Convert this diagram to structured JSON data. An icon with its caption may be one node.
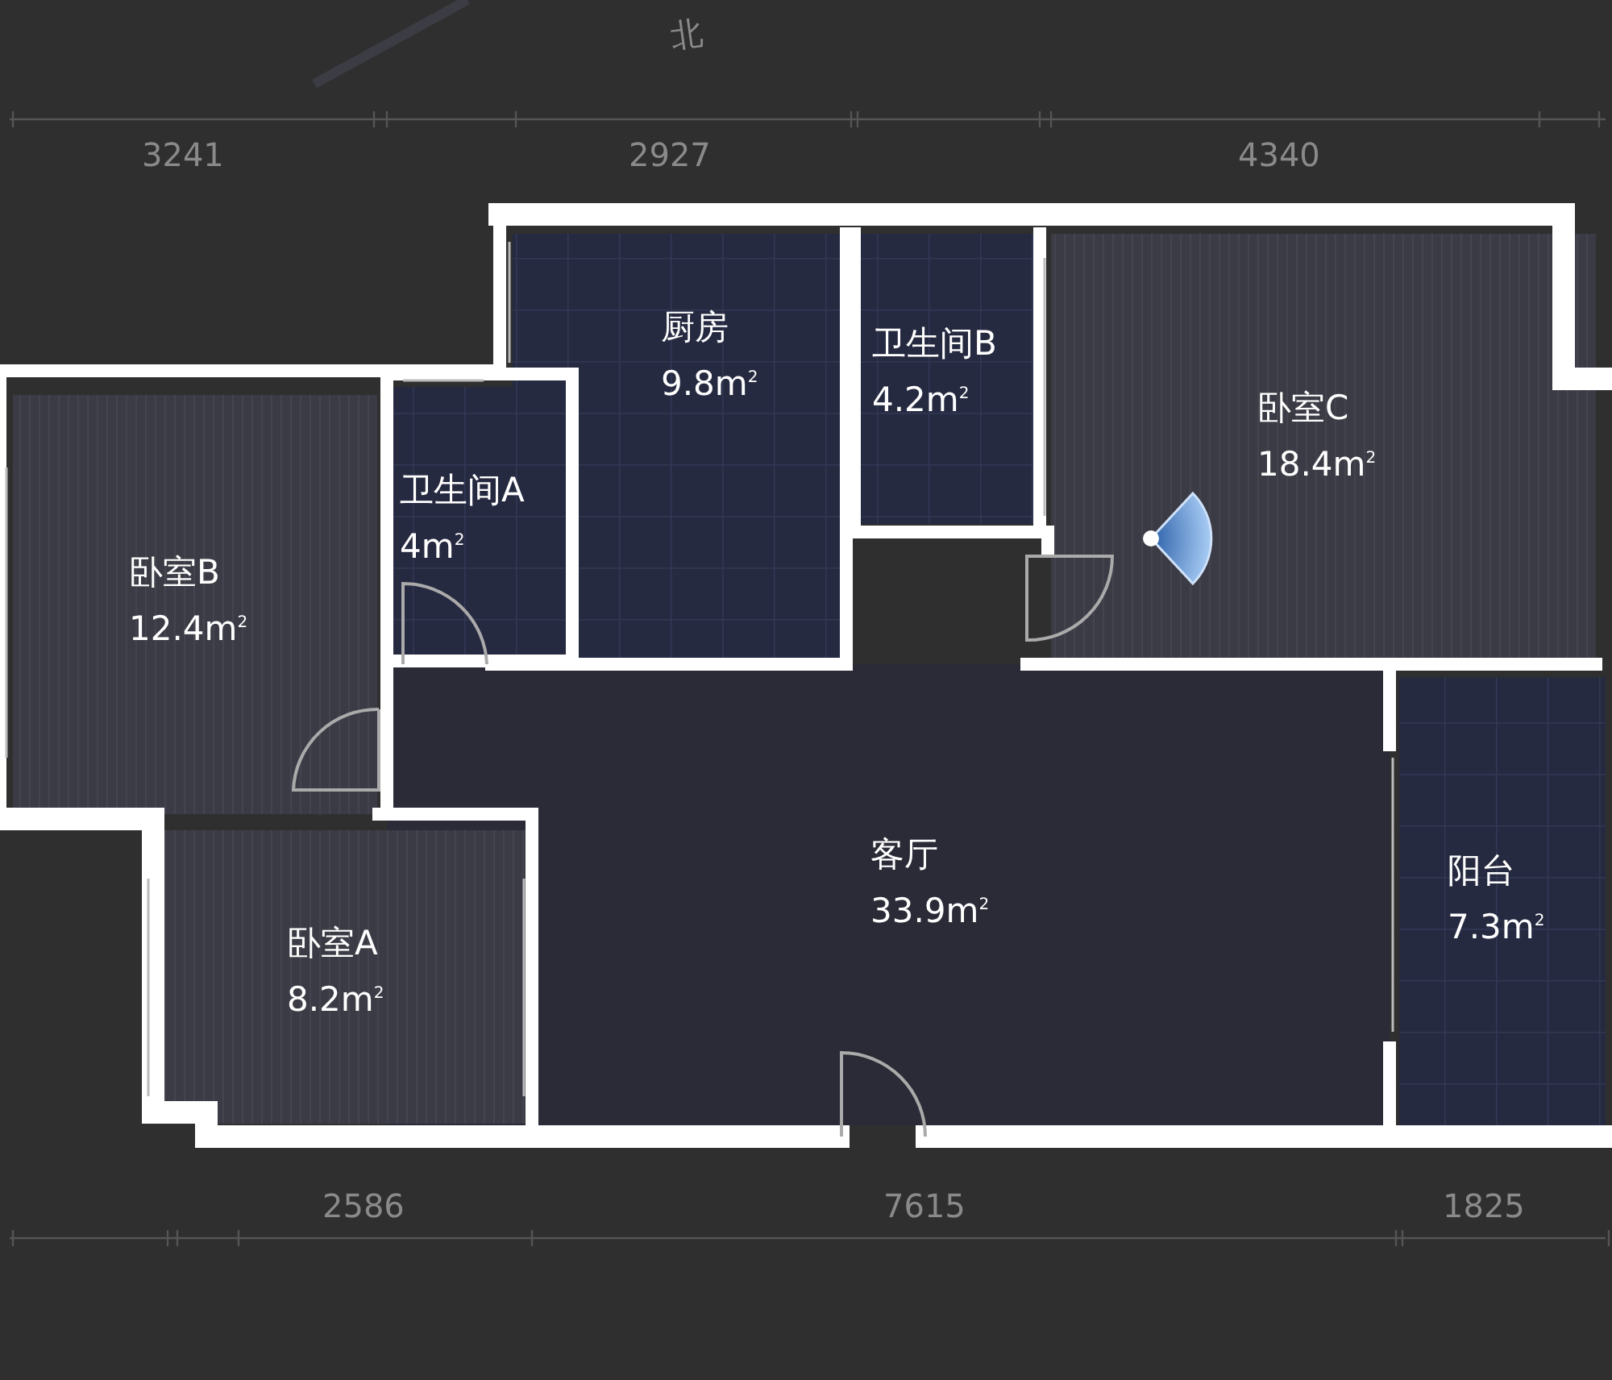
{
  "diagram": {
    "nodes": [
      {
        "text": [
          "厨房",
          "9.8m$^{2}$"
        ]
      },
      {
        "text": [
          "卫生间B",
          "4.2m$^{2}$"
        ]
      },
      {
        "text": [
          "卧室C",
          "18.4m$^{2}$"
        ]
      },
      {
        "text": [
          "卫生间A",
          "4m$^{2}$"
        ]
      },
      {
        "text": [
          "卧室B",
          "12.4m$^{2}$"
        ]
      },
      {
        "text": [
          "客厅",
          "33.9m$^{2}$"
        ]
      },
      {
        "text": [
          "阳台",
          "7.3m$^{2}$"
        ]
      },
      {
        "text": [
          "卧室A",
          "8.2m$^{2}$"
        ]
      }
    ],
    "labels": [
      "北",
      "3241",
      "2927",
      "4340",
      "2586",
      "7615",
      "1825"
    ]
  }
}
